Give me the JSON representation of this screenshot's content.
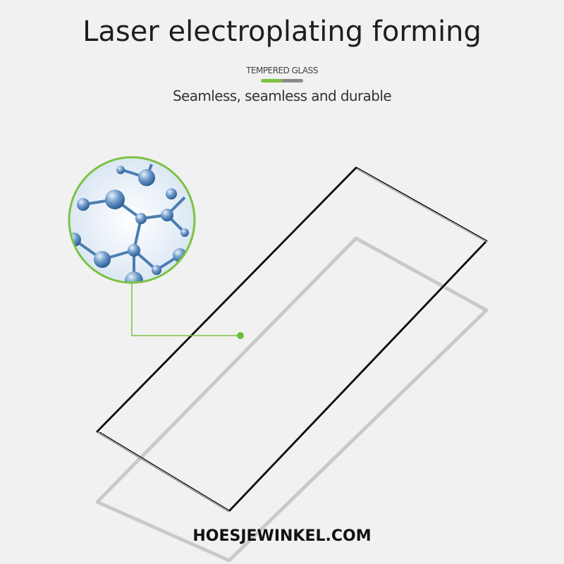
{
  "header": {
    "title": "Laser electroplating forming",
    "label": "TEMPERED GLASS",
    "tagline": "Seamless, seamless and durable"
  },
  "colors": {
    "accent": "#7cc242",
    "background": "#f1f1f1",
    "outline": "#111111"
  },
  "watermark": "HOESJEWINKEL.COM"
}
